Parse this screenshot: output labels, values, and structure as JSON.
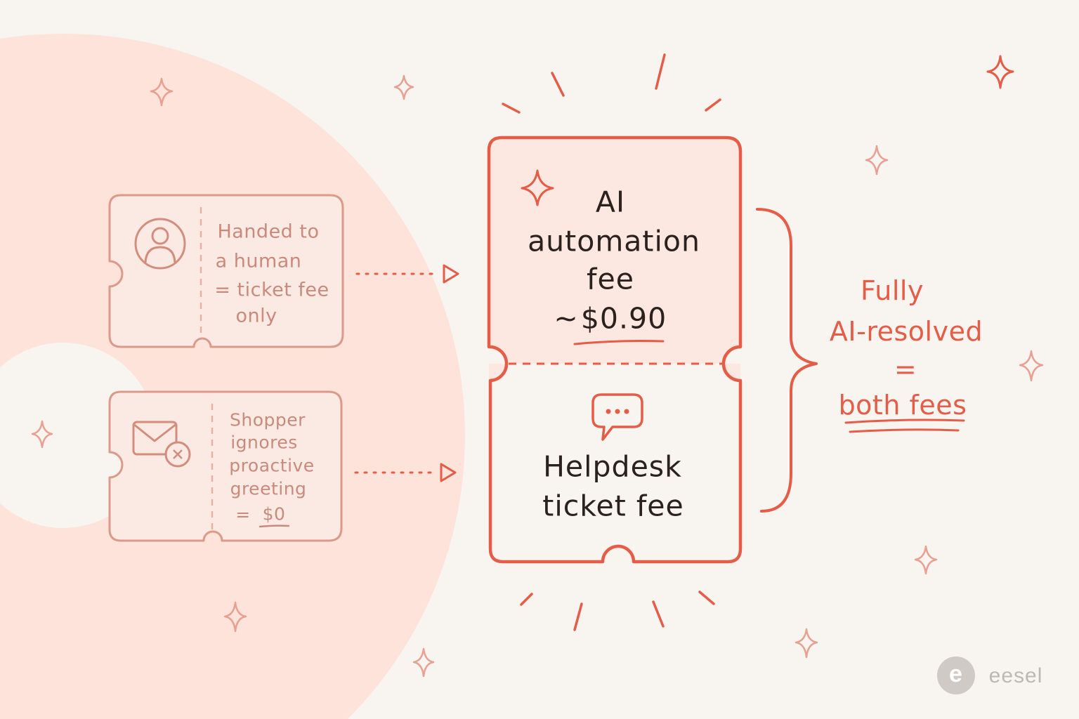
{
  "colors": {
    "background": "#f8f5f1",
    "ring": "#fde3da",
    "accent": "#e55c47",
    "muted_ticket_line": "#dc9a89",
    "muted_text": "#c98a7a",
    "dark_text": "#2b211e",
    "brand_grey": "#bdb8b4"
  },
  "ticket_human": {
    "icon": "person-icon",
    "lines": [
      "Handed to",
      "a human",
      "= ticket fee",
      "only"
    ]
  },
  "ticket_ignored": {
    "icon": "envelope-declined-icon",
    "lines": [
      "Shopper",
      "ignores",
      "proactive",
      "greeting",
      "=",
      "$0"
    ]
  },
  "main_ticket": {
    "top_icon": "sparkle-icon",
    "top_lines": [
      "AI",
      "automation",
      "fee"
    ],
    "price_prefix": "~",
    "price": "$0.90",
    "bottom_icon": "chat-bubble-icon",
    "bottom_lines": [
      "Helpdesk",
      "ticket fee"
    ]
  },
  "side_note": {
    "lines": [
      "Fully",
      "AI-resolved",
      "=",
      "both fees"
    ]
  },
  "brand": {
    "logo_letter": "e",
    "name": "eesel"
  }
}
